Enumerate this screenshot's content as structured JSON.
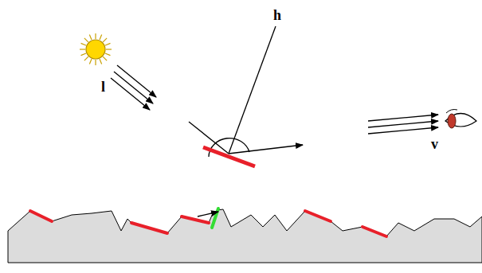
{
  "diagram": {
    "labels": [
      "h",
      "l",
      "v"
    ]
  }
}
